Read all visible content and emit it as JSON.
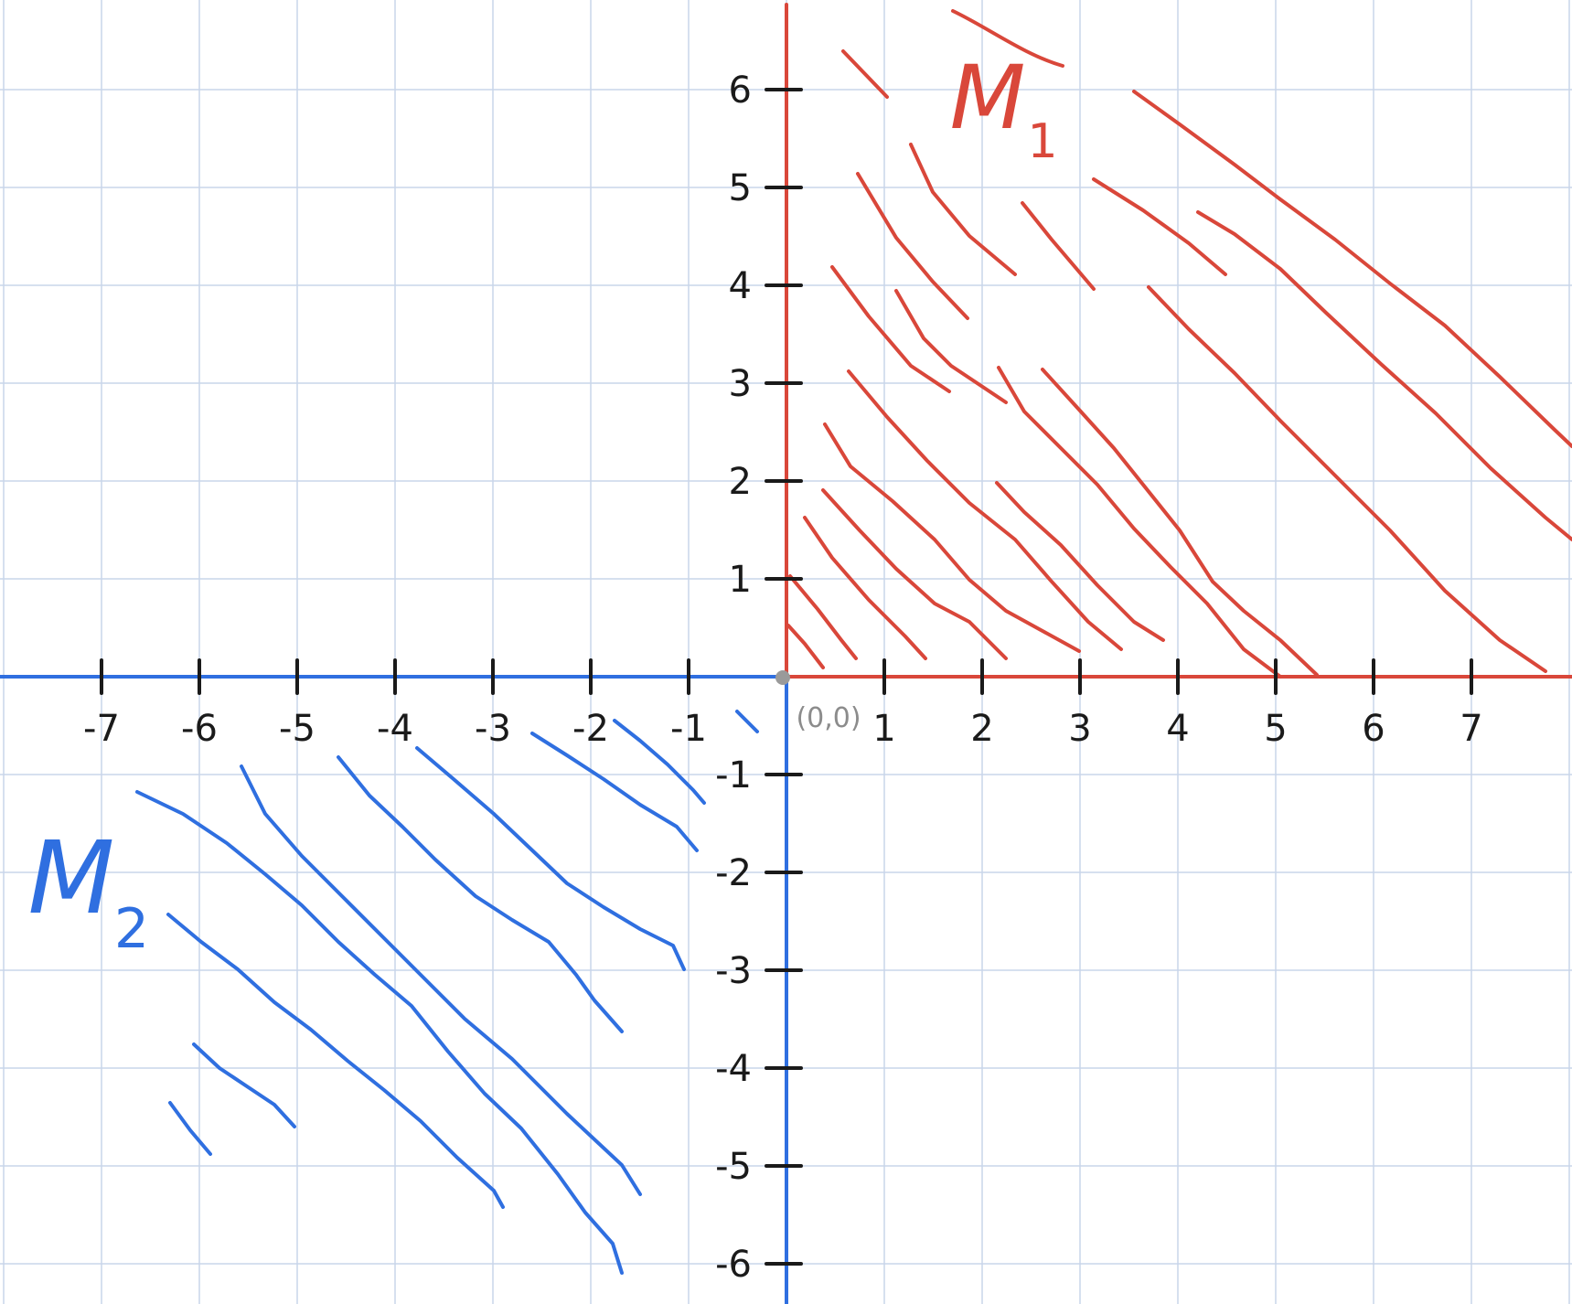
{
  "colors": {
    "grid": "#c9d6ea",
    "set1": "#d9473a",
    "set2": "#2f6fe0",
    "ink": "#1a1a1a",
    "origin_dot": "#9a9a9a",
    "origin_label": "#8c8c8c"
  },
  "axes": {
    "x_ticks": [
      "-7",
      "-6",
      "-5",
      "-4",
      "-3",
      "-2",
      "-1",
      "1",
      "2",
      "3",
      "4",
      "5",
      "6",
      "7"
    ],
    "y_ticks": [
      "6",
      "5",
      "4",
      "3",
      "2",
      "1",
      "-1",
      "-2",
      "-3",
      "-4",
      "-5",
      "-6"
    ],
    "origin_label": "(0,0)"
  },
  "regions": {
    "set1": {
      "symbol": "M",
      "subscript": "1"
    },
    "set2": {
      "symbol": "M",
      "subscript": "2"
    }
  }
}
